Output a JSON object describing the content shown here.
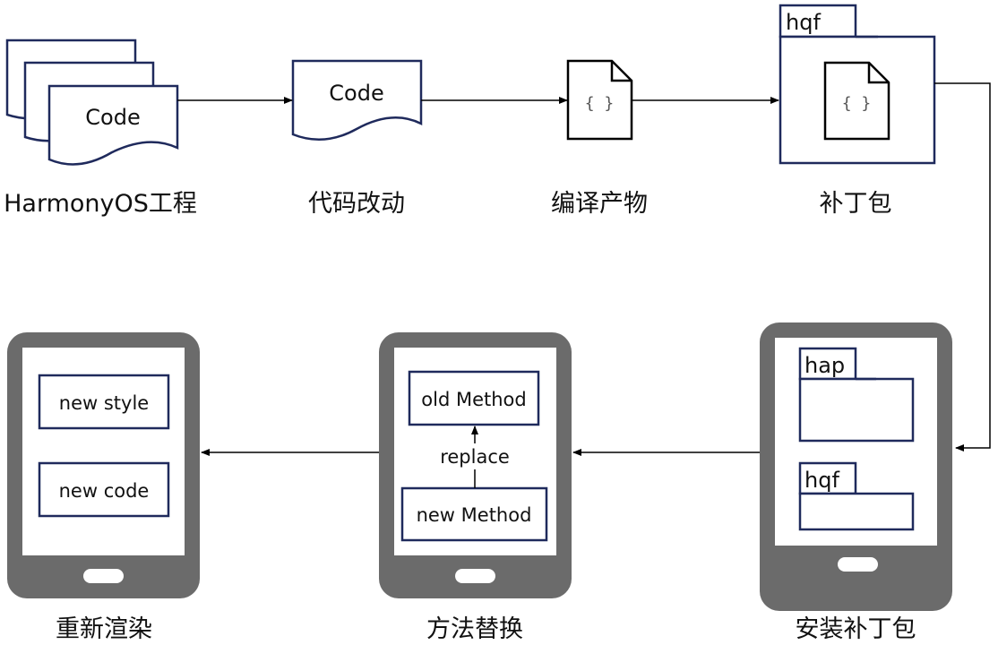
{
  "top_row": {
    "project": {
      "code_label": "Code",
      "caption": "HarmonyOS工程"
    },
    "change": {
      "code_label": "Code",
      "caption": "代码改动"
    },
    "artifact": {
      "braces": "{ }",
      "caption": "编译产物"
    },
    "patch": {
      "tab_label": "hqf",
      "braces": "{ }",
      "caption": "补丁包"
    }
  },
  "bottom_row": {
    "install": {
      "hap_label": "hap",
      "hqf_label": "hqf",
      "caption": "安装补丁包"
    },
    "replace": {
      "old_label": "old Method",
      "new_label": "new Method",
      "arrow_label": "replace",
      "caption": "方法替换"
    },
    "rerender": {
      "style_label": "new style",
      "code_label": "new code",
      "caption": "重新渲染"
    }
  },
  "colors": {
    "navy": "#1f2a5c",
    "device": "#6b6b6b",
    "arrow": "#000000"
  }
}
